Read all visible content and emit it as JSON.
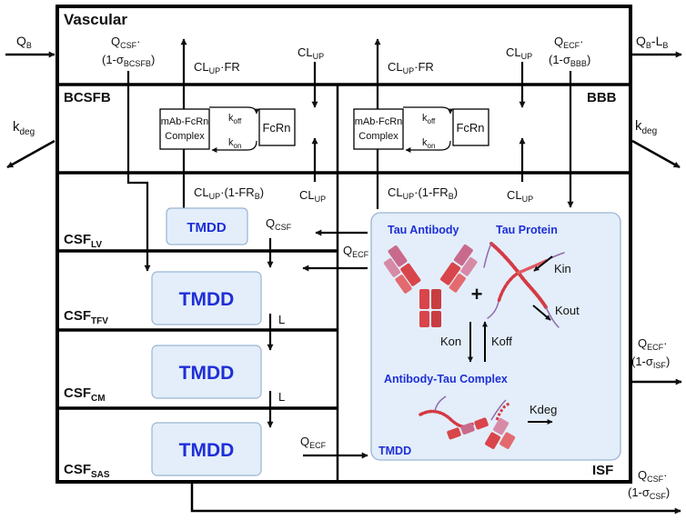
{
  "compartments": {
    "vascular": "Vascular",
    "bcsfb": "BCSFB",
    "bbb": "BBB",
    "isf": "ISF",
    "csf_lv_base": "CSF",
    "csf_lv_sub": "LV",
    "csf_tfv_base": "CSF",
    "csf_tfv_sub": "TFV",
    "csf_cm_base": "CSF",
    "csf_cm_sub": "CM",
    "csf_sas_base": "CSF",
    "csf_sas_sub": "SAS"
  },
  "complex": {
    "line1": "mAb-FcRn",
    "line2": "Complex",
    "fcrn": "FcRn",
    "k_base": "k",
    "off_sub": "off",
    "on_sub": "on"
  },
  "flows": {
    "q": "Q",
    "b_sub": "B",
    "qb_minus_lb_tail": "-L",
    "k": "k",
    "deg_sub": "deg",
    "csf_sub": "CSF",
    "ecf_sub": "ECF",
    "isf_sub": "ISF",
    "dot": "·",
    "open": "(1-σ",
    "close": ")",
    "bcsfb_sub": "BCSFB",
    "bbb_sub": "BBB",
    "cl": "CL",
    "up_sub": "UP",
    "fr_tail": "·FR",
    "fr_open": "·(1-FR",
    "paren_close": ")",
    "l": "L"
  },
  "tmdd": {
    "label": "TMDD"
  },
  "isf_panel": {
    "tau_antibody": "Tau Antibody",
    "tau_protein": "Tau Protein",
    "plus": "+",
    "kin": "Kin",
    "kout": "Kout",
    "kon": "Kon",
    "koff": "Koff",
    "complex_title": "Antibody-Tau Complex",
    "kdeg": "Kdeg",
    "tmdd": "TMDD"
  },
  "colors": {
    "tmdd_box_fill": "#e3eefa",
    "tmdd_box_stroke": "#9ab4d2",
    "tmdd_text": "#1f2fd6",
    "isf_panel_fill": "#e3eefa",
    "antibody_red": "#d8454a",
    "antibody_pink": "#c96a8c",
    "tau_red": "#d53a44"
  }
}
